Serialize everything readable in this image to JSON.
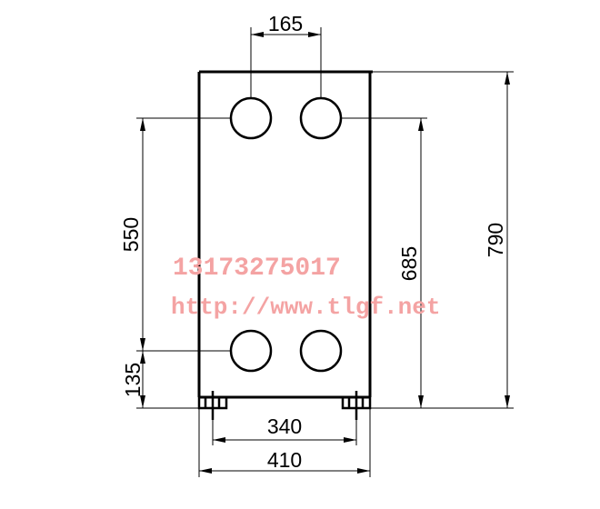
{
  "dimensions": {
    "top_hole_spacing": "165",
    "vertical_port_spacing": "550",
    "total_height_inner": "685",
    "total_height": "790",
    "bottom_offset": "135",
    "bolt_spacing": "340",
    "total_width": "410"
  },
  "watermark": {
    "phone": "13173275017",
    "url": "http://www.tlgf.net"
  },
  "colors": {
    "line": "#000000",
    "watermark": "#f4a3a3",
    "background": "#ffffff"
  }
}
